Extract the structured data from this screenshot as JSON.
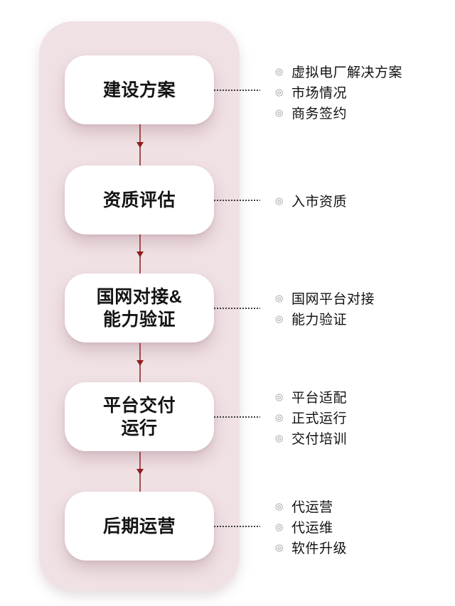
{
  "icons": {
    "bullet": "◎"
  },
  "colors": {
    "panel_bg": "#f0e1e4",
    "box_bg": "#ffffff",
    "arrow_red": "#8e1c1c",
    "line_red": "#94363a",
    "dotted_line": "#3d3d3d",
    "bullet_gray": "#909090",
    "title_text": "#141414",
    "detail_text": "#121212"
  },
  "stages": [
    {
      "title": "建设方案",
      "details": [
        "虚拟电厂解决方案",
        "市场情况",
        "商务签约"
      ]
    },
    {
      "title": "资质评估",
      "details": [
        "入市资质"
      ]
    },
    {
      "title": "国网对接&\n能力验证",
      "details": [
        "国网平台对接",
        "能力验证"
      ]
    },
    {
      "title": "平台交付\n运行",
      "details": [
        "平台适配",
        "正式运行",
        "交付培训"
      ]
    },
    {
      "title": "后期运营",
      "details": [
        "代运营",
        "代运维",
        "软件升级"
      ]
    }
  ]
}
